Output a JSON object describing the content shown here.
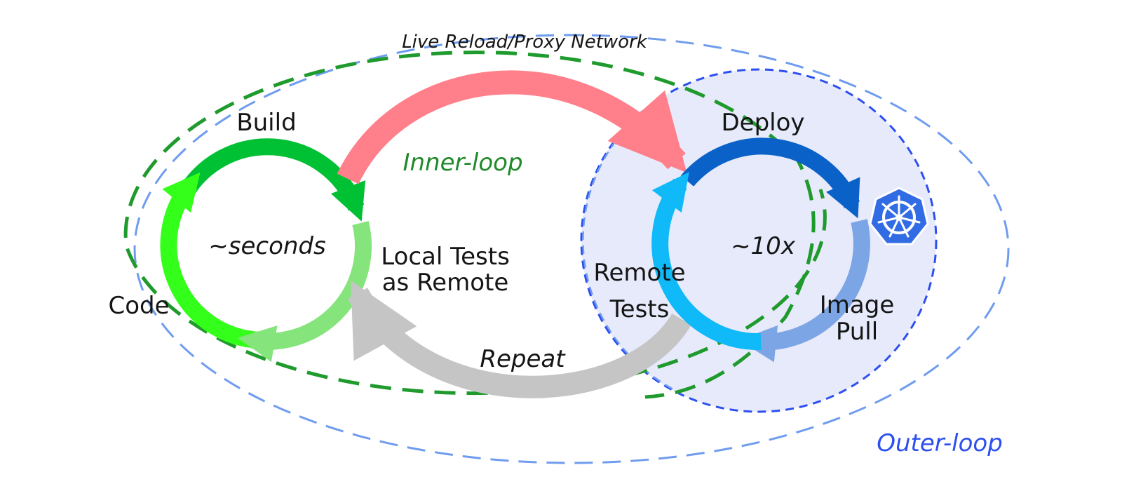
{
  "labels": {
    "live_reload": "Live Reload/Proxy Network",
    "build": "Build",
    "inner_loop": "Inner-loop",
    "deploy": "Deploy",
    "seconds": "~seconds",
    "local_tests_line1": "Local Tests",
    "local_tests_line2": "as Remote",
    "code": "Code",
    "ten_x": "~10x",
    "remote_line1": "Remote",
    "remote_line2": "Tests",
    "image_line1": "Image",
    "image_line2": "Pull",
    "repeat": "Repeat",
    "outer_loop": "Outer-loop"
  },
  "icons": {
    "kubernetes": "kubernetes-icon"
  },
  "colors": {
    "outer_dash": "#6f9cef",
    "outer_text": "#2d4ff0",
    "inner_dash": "#1f9a2c",
    "inner_text": "#1f8a2a",
    "cluster_fill": "#e7eafb",
    "cluster_dash": "#2d4ff0",
    "live_reload_arrow": "#ff7f8a",
    "repeat_arrow": "#c5c5c5",
    "build_segment": "#00c033",
    "code_segment": "#33ff1a",
    "local_tests_segment": "#86e47c",
    "deploy_segment": "#0a61c8",
    "image_pull_segment": "#7ca5e5",
    "remote_tests_segment": "#10b9f7",
    "kubernetes_badge": "#326ce5"
  }
}
